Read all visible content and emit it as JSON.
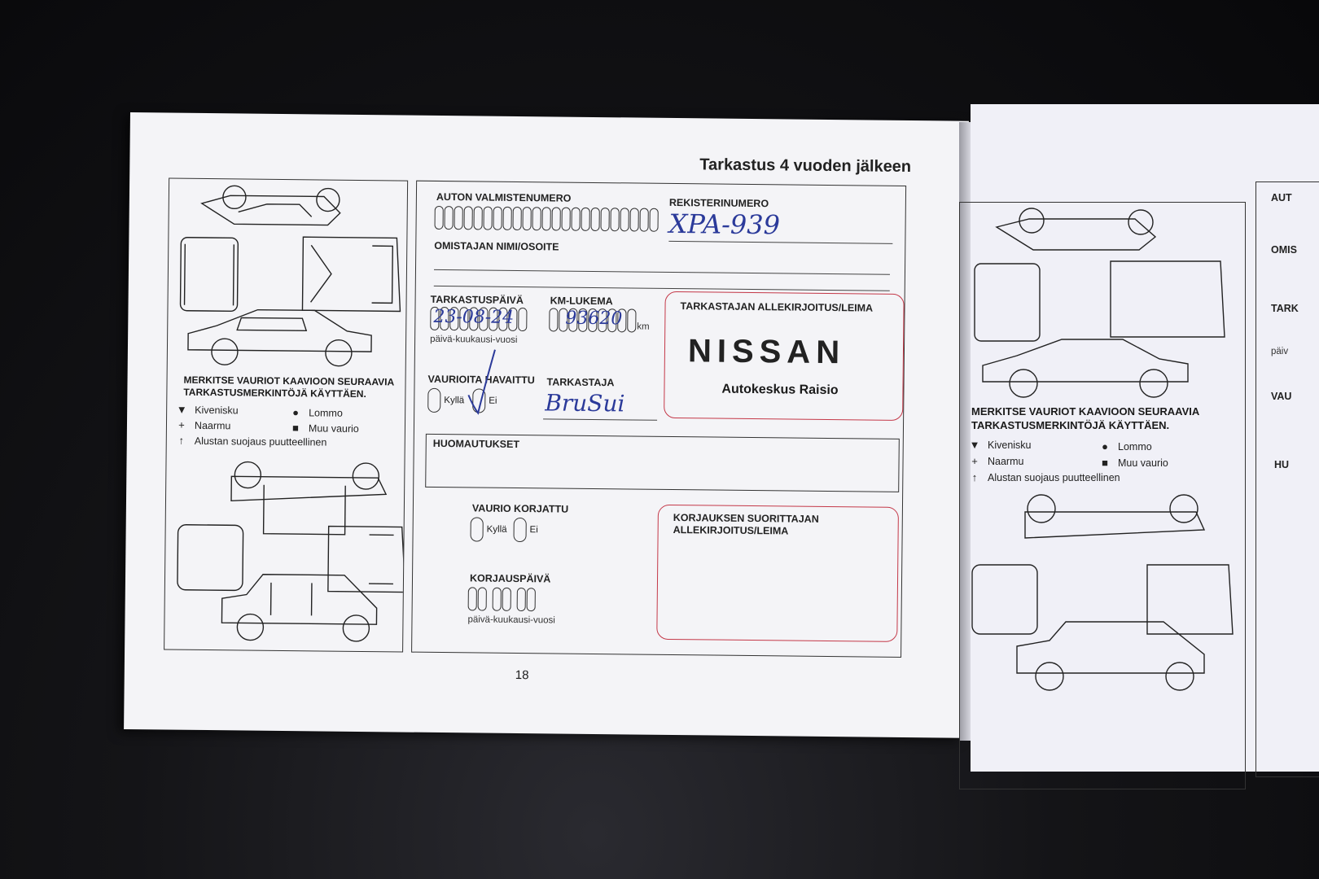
{
  "page_title": "Tarkastus 4 vuoden jälkeen",
  "page_number": "18",
  "form": {
    "vin_label": "AUTON VALMISTENUMERO",
    "reg_label": "REKISTERINUMERO",
    "reg_value": "XPA-939",
    "owner_label": "OMISTAJAN NIMI/OSOITE",
    "inspection_date_label": "TARKASTUSPÄIVÄ",
    "inspection_date_value": "23-08-24",
    "date_format_hint": "päivä-kuukausi-vuosi",
    "km_label": "KM-LUKEMA",
    "km_value": "93620",
    "km_unit": "km",
    "damage_found_label": "VAURIOITA HAVAITTU",
    "yes_label": "Kyllä",
    "no_label": "Ei",
    "inspector_label": "TARKASTAJA",
    "inspector_signature": "BruSui",
    "signature_stamp_label": "TARKASTAJAN ALLEKIRJOITUS/LEIMA",
    "stamp_brand": "NISSAN",
    "stamp_dealer": "Autokeskus Raisio",
    "notes_label": "HUOMAUTUKSET",
    "repaired_label": "VAURIO KORJATTU",
    "repair_date_label": "KORJAUSPÄIVÄ",
    "repair_date_hint": "päivä-kuukausi-vuosi",
    "repairer_label": "KORJAUKSEN SUORITTAJAN ALLEKIRJOITUS/LEIMA"
  },
  "legend": {
    "heading": "MERKITSE VAURIOT KAAVIOON SEURAAVIA TARKASTUSMERKINTÖJÄ KÄYTTÄEN.",
    "items": [
      {
        "symbol": "▼",
        "label": "Kivenisku"
      },
      {
        "symbol": "●",
        "label": "Lommo"
      },
      {
        "symbol": "+",
        "label": "Naarmu"
      },
      {
        "symbol": "■",
        "label": "Muu vaurio"
      },
      {
        "symbol": "↑",
        "label": "Alustan suojaus puutteellinen"
      }
    ]
  },
  "right_page": {
    "legend_heading": "MERKITSE VAURIOT KAAVIOON SEURAAVIA TARKASTUSMERKINTÖJÄ KÄYTTÄEN.",
    "partial_labels": [
      "AUT",
      "OMIS",
      "TARK",
      "päiv",
      "VAU",
      "HU"
    ]
  },
  "colors": {
    "ink": "#2b3a9a",
    "stamp_border": "#c43848",
    "paper": "#f4f4f7"
  }
}
